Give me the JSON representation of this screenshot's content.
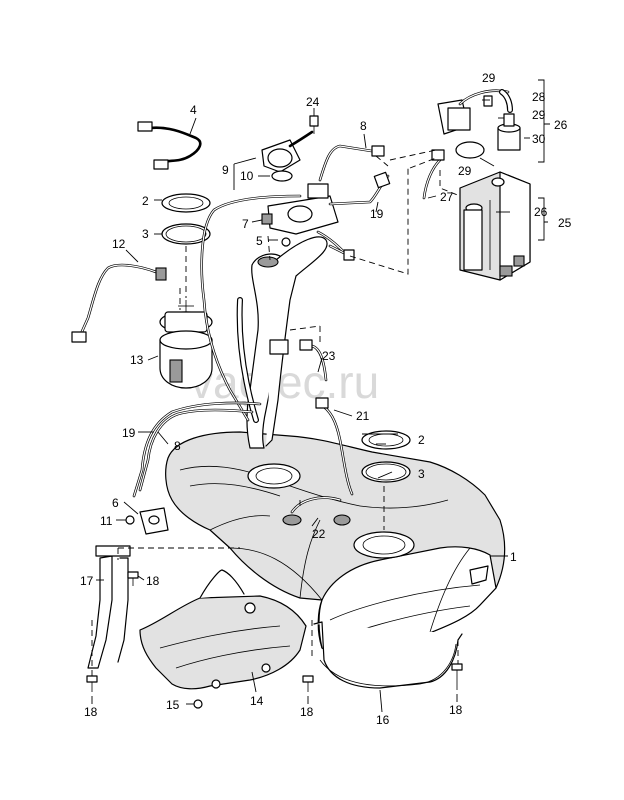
{
  "diagram": {
    "watermark": "vagtec.ru",
    "labels": {
      "l1": "1",
      "l2a": "2",
      "l2b": "2",
      "l3a": "3",
      "l3b": "3",
      "l4": "4",
      "l5": "5",
      "l6": "6",
      "l7": "7",
      "l8a": "8",
      "l8b": "8",
      "l9": "9",
      "l10": "10",
      "l11": "11",
      "l12": "12",
      "l13": "13",
      "l14": "14",
      "l15": "15",
      "l16": "16",
      "l17": "17",
      "l18a": "18",
      "l18b": "18",
      "l18c": "18",
      "l18d": "18",
      "l19a": "19",
      "l19b": "19",
      "l21": "21",
      "l22": "22",
      "l23": "23",
      "l24": "24",
      "l25": "25",
      "l26a": "26",
      "l26b": "26",
      "l27": "27",
      "l28": "28",
      "l29a": "29",
      "l29b": "29",
      "l29c": "29",
      "l30": "30"
    }
  }
}
